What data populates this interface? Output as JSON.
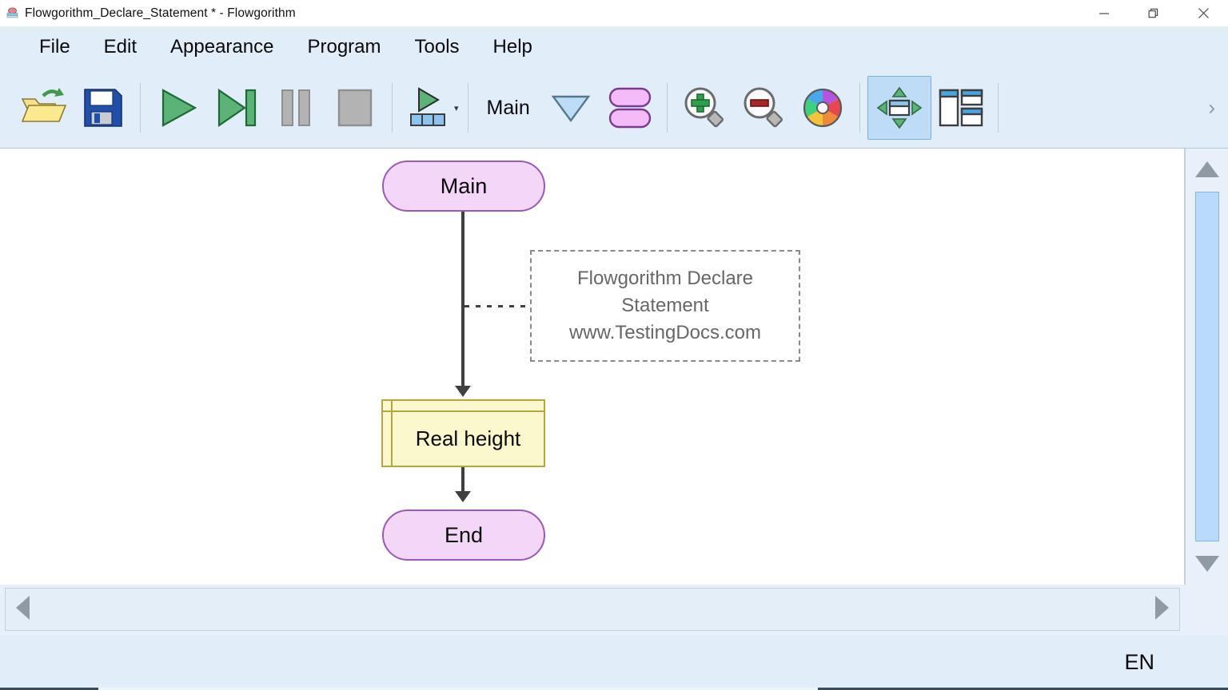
{
  "window": {
    "title": "Flowgorithm_Declare_Statement * - Flowgorithm",
    "app_icon": "flowgorithm-icon",
    "controls": {
      "minimize": "minimize-icon",
      "maximize": "restore-icon",
      "close": "close-icon"
    }
  },
  "menubar": {
    "items": [
      {
        "label": "File"
      },
      {
        "label": "Edit"
      },
      {
        "label": "Appearance"
      },
      {
        "label": "Program"
      },
      {
        "label": "Tools"
      },
      {
        "label": "Help"
      }
    ]
  },
  "toolbar": {
    "open_label": "open-folder-icon",
    "save_label": "save-floppy-icon",
    "run_label": "run-play-icon",
    "run_to_end_label": "run-to-end-icon",
    "pause_label": "pause-icon",
    "stop_label": "stop-icon",
    "step_label": "step-over-icon",
    "step_dropdown": "▾",
    "function_selector_label": "Main",
    "function_dropdown_icon": "chevron-down-icon",
    "functions_label": "functions-icon",
    "zoom_in_label": "zoom-in-icon",
    "zoom_out_label": "zoom-out-icon",
    "colors_label": "color-wheel-icon",
    "fit_label": "fit-to-window-icon",
    "layout_label": "window-layout-icon",
    "overflow_label": "›",
    "selected_tool": "fit-to-window-icon"
  },
  "flowchart": {
    "start_node": {
      "label": "Main",
      "shape": "terminal",
      "fill": "#f3d6f8",
      "stroke": "#9b59b6"
    },
    "declare_node": {
      "label": "Real height",
      "shape": "declare",
      "fill": "#fbf8cd",
      "stroke": "#b5a642"
    },
    "end_node": {
      "label": "End",
      "shape": "terminal",
      "fill": "#f3d6f8",
      "stroke": "#9b59b6"
    },
    "comment": {
      "line1": "Flowgorithm Declare",
      "line2": "Statement",
      "line3": "www.TestingDocs.com",
      "stroke": "#8a8a8a",
      "color": "#676767"
    },
    "connector_color": "#404040"
  },
  "scrollbars": {
    "vertical": {
      "up_icon": "scroll-up-arrow-icon",
      "down_icon": "scroll-down-arrow-icon"
    },
    "horizontal": {
      "left_icon": "scroll-left-arrow-icon",
      "right_icon": "scroll-right-arrow-icon"
    }
  },
  "statusbar": {
    "language": "EN"
  }
}
